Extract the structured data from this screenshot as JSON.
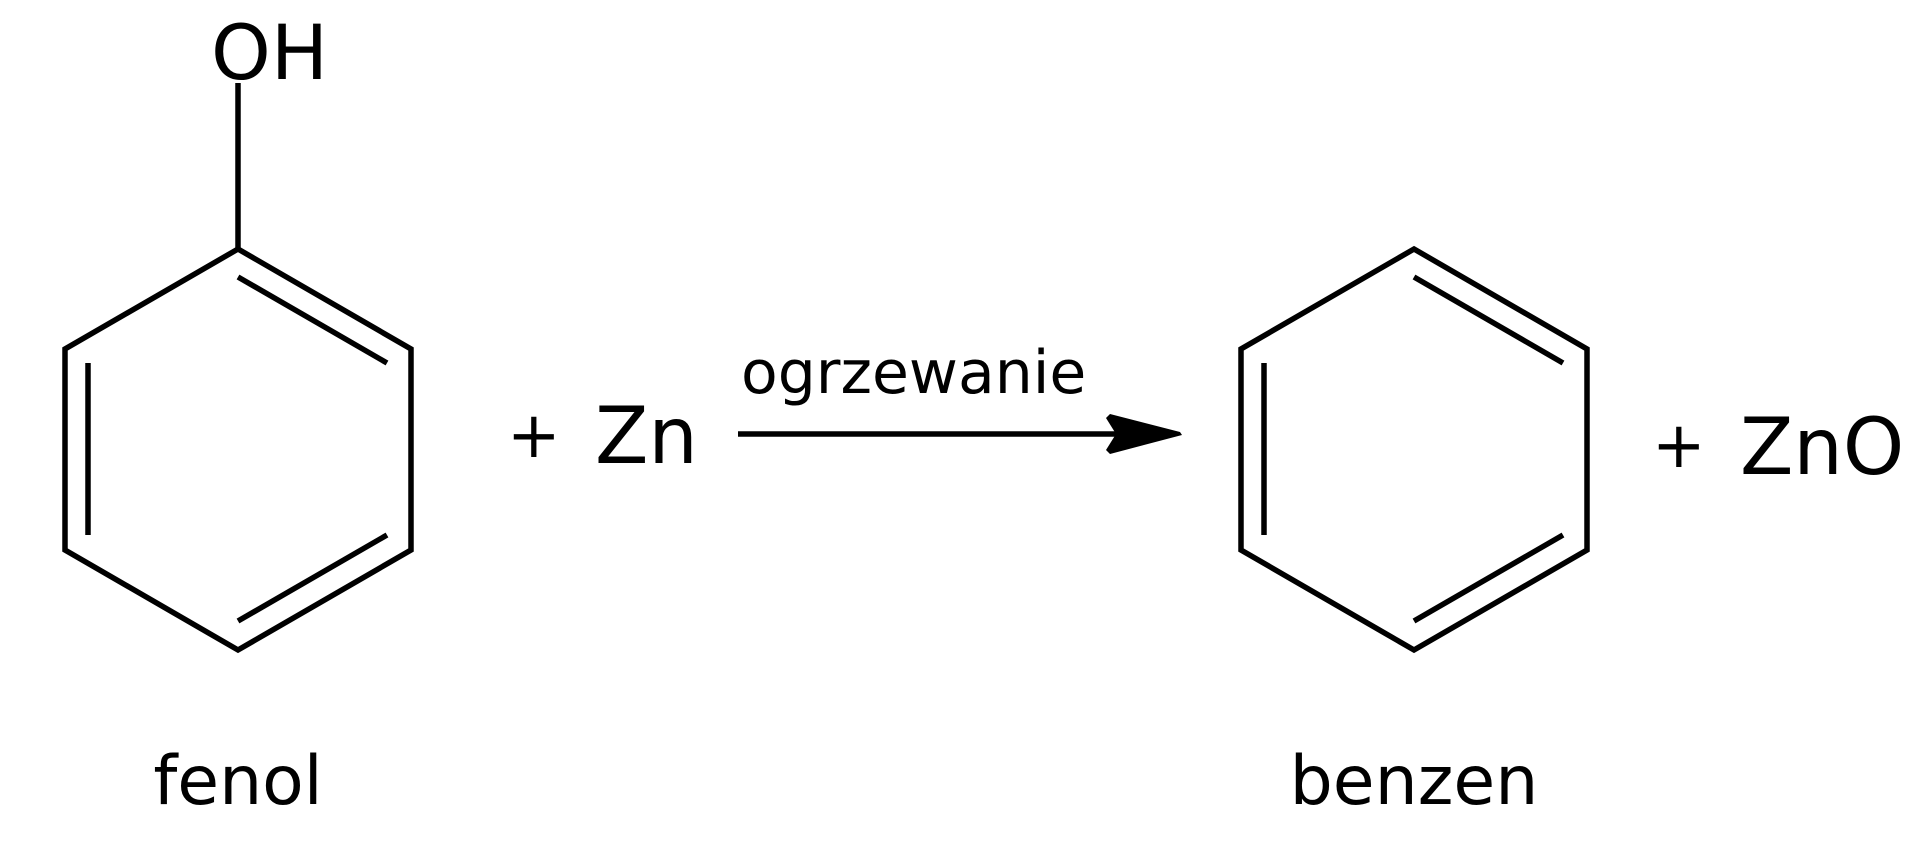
{
  "diagram": {
    "type": "chemical-reaction-scheme",
    "colors": {
      "foreground": "#000000",
      "background": "#ffffff"
    },
    "reactants": [
      {
        "name": "fenol",
        "structure": "benzene-ring-with-OH",
        "substituent_label": "OH"
      },
      {
        "plus": "+",
        "formula": "Zn"
      }
    ],
    "arrow": {
      "direction": "right",
      "condition_label": "ogrzewanie"
    },
    "products": [
      {
        "name": "benzen",
        "structure": "benzene-ring"
      },
      {
        "plus": "+",
        "formula": "ZnO"
      }
    ]
  }
}
